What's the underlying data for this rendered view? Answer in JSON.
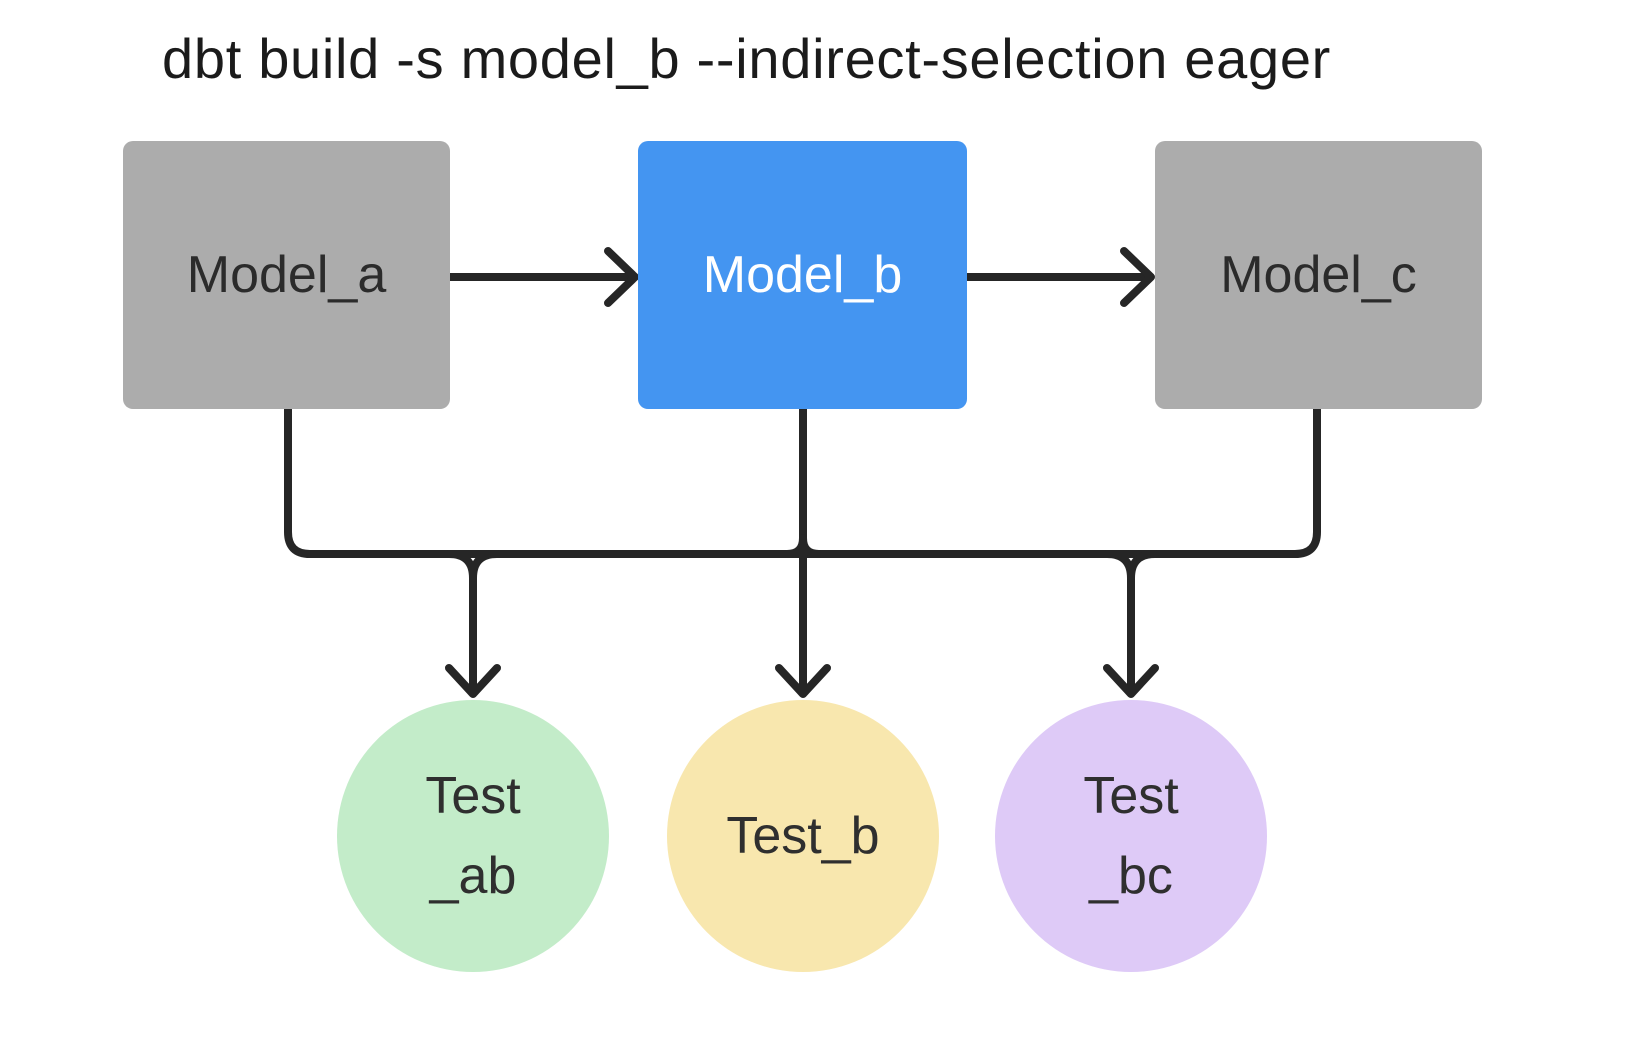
{
  "title": "dbt build -s model_b --indirect-selection eager",
  "colors": {
    "title_text": "#1b1b1b",
    "model_default": "#acacac",
    "model_selected": "#4495f1",
    "model_text_dark": "#2b2b2b",
    "model_text_light": "#ffffff",
    "test_ab": "#c3ecc9",
    "test_b": "#f8e7ae",
    "test_bc": "#decaf7",
    "test_text": "#2f2f2f",
    "edge": "#262626"
  },
  "nodes": {
    "model_a": {
      "label": "Model_a"
    },
    "model_b": {
      "label": "Model_b"
    },
    "model_c": {
      "label": "Model_c"
    },
    "test_ab": {
      "line1": "Test",
      "line2": "_ab"
    },
    "test_b": {
      "line1": "Test_b"
    },
    "test_bc": {
      "line1": "Test",
      "line2": "_bc"
    }
  }
}
